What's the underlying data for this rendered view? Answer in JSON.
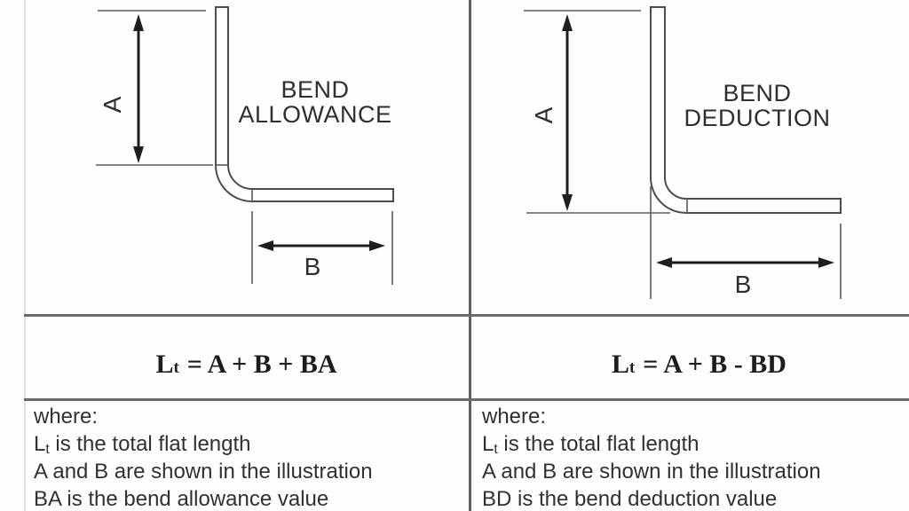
{
  "table": {
    "left_column": {
      "diagram": {
        "title_line1": "BEND",
        "title_line2": "ALLOWANCE",
        "dim_vertical_label": "A",
        "dim_horizontal_label": "B"
      },
      "formula": {
        "base": "L",
        "sub": "t",
        "rest": "= A + B + BA"
      },
      "notes": {
        "intro": "where:",
        "line1_base": "L",
        "line1_sub": "t",
        "line1_rest": " is the total flat length",
        "line2": "A and B are shown in the illustration",
        "line3": "BA is the bend allowance value"
      }
    },
    "right_column": {
      "diagram": {
        "title_line1": "BEND",
        "title_line2": "DEDUCTION",
        "dim_vertical_label": "A",
        "dim_horizontal_label": "B"
      },
      "formula": {
        "base": "L",
        "sub": "t",
        "rest": "= A + B - BD"
      },
      "notes": {
        "intro": "where:",
        "line1_base": "L",
        "line1_sub": "t",
        "line1_rest": " is the total flat length",
        "line2": "A and B are shown in the illustration",
        "line3": "BD is the bend deduction value"
      }
    }
  },
  "colors": {
    "background": "#fefefe",
    "part_line": "#4d4d4d",
    "dimension_line": "#5a5a5a",
    "arrow": "#1e1e1e",
    "divider": "#5f5f5f",
    "text": "#2f2f2f"
  }
}
